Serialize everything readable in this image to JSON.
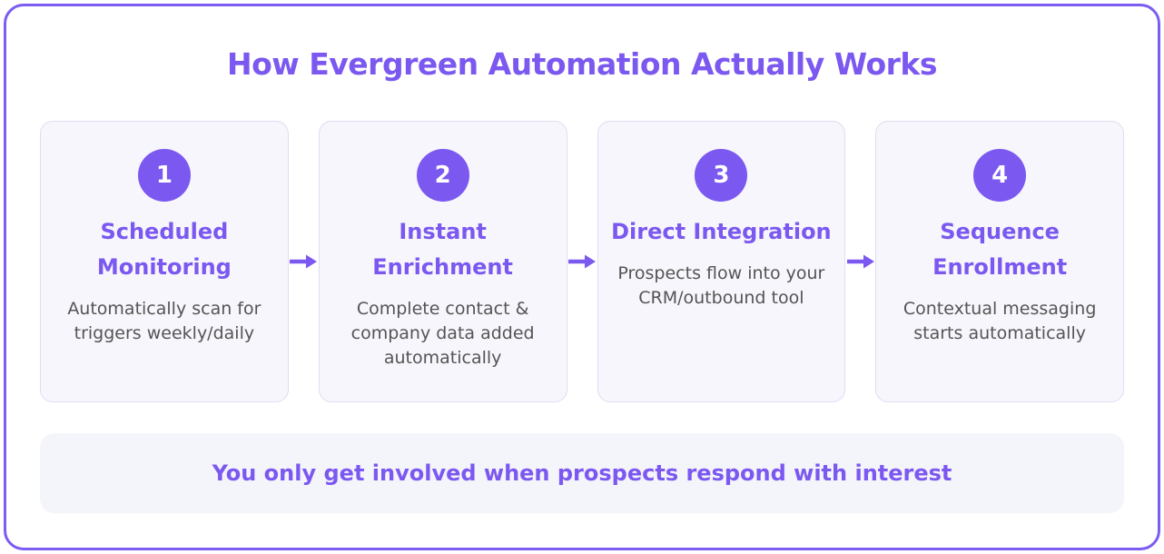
{
  "colors": {
    "accent": "#7B58F0",
    "frame_border": "#7C5CF2",
    "card_bg": "#F6F6FC",
    "card_border": "#E1DCF3",
    "banner_bg": "#F4F4FB",
    "body_text": "#555555",
    "step_number_text": "#FFFFFF"
  },
  "header": {
    "title": "How Evergreen Automation Actually Works"
  },
  "steps": [
    {
      "number": "1",
      "title": "Scheduled\nMonitoring",
      "description": "Automatically scan for\ntriggers weekly/daily"
    },
    {
      "number": "2",
      "title": "Instant\nEnrichment",
      "description": "Complete contact &\ncompany data added\nautomatically"
    },
    {
      "number": "3",
      "title": "Direct Integration",
      "description": "Prospects flow into your\nCRM/outbound tool"
    },
    {
      "number": "4",
      "title": "Sequence\nEnrollment",
      "description": "Contextual messaging\nstarts automatically"
    }
  ],
  "footer": {
    "text": "You only get involved when prospects respond with interest"
  },
  "icons": {
    "flow_arrow": "right-arrow"
  }
}
